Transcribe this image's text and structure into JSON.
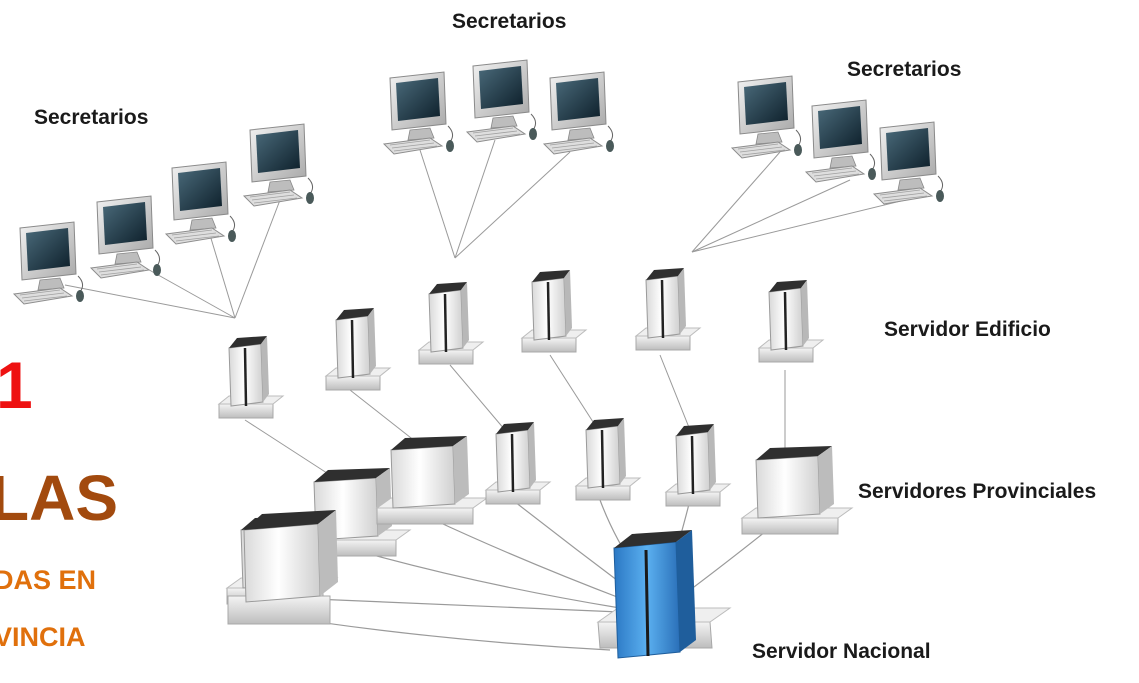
{
  "labels": {
    "secretarios_left": "Secretarios",
    "secretarios_center": "Secretarios",
    "secretarios_right": "Secretarios",
    "servidor_edificio": "Servidor Edificio",
    "servidores_provinciales": "Servidores Provinciales",
    "servidor_nacional": "Servidor Nacional"
  },
  "side_text": {
    "number": "1",
    "title": "LAS",
    "line1": "DAS EN",
    "line2": "VINCIA"
  },
  "colors": {
    "number": "#ee1111",
    "title": "#a24a0e",
    "subtitle": "#e0700c",
    "national_server": "#3a8fd8"
  }
}
